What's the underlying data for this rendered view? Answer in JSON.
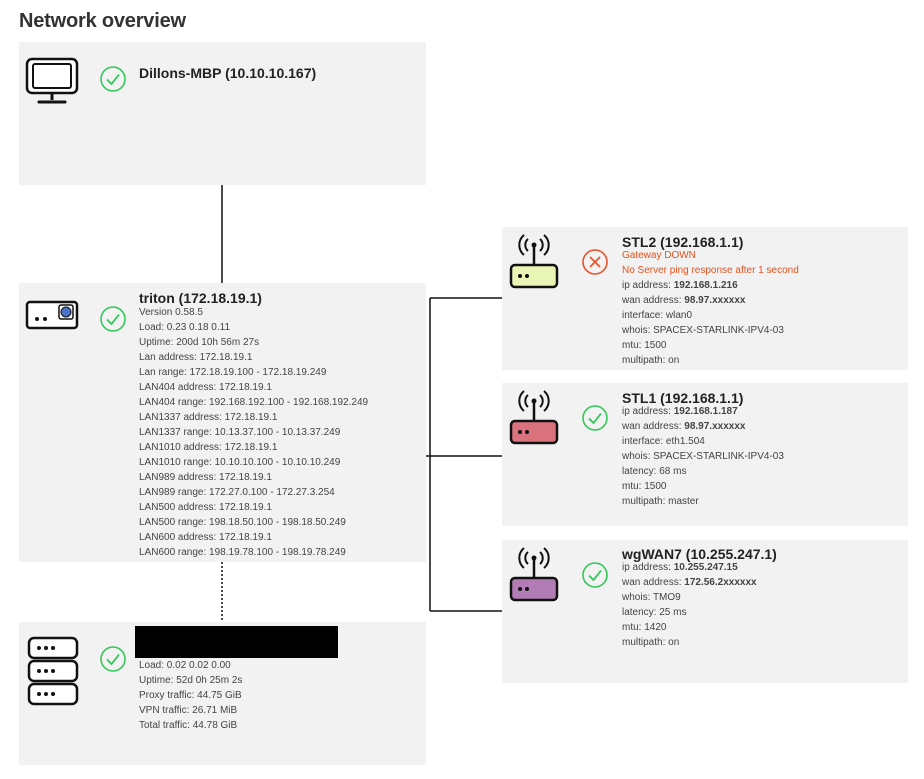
{
  "page": {
    "title": "Network overview"
  },
  "client": {
    "name": "Dillons-MBP (10.10.10.167)",
    "status": "ok"
  },
  "router": {
    "name": "triton (172.18.19.1)",
    "status": "ok",
    "lines": [
      "Version 0.58.5",
      "Load: 0.23 0.18 0.11",
      "Uptime: 200d 10h 56m 27s",
      "Lan address: 172.18.19.1",
      "Lan range: 172.18.19.100 - 172.18.19.249",
      "LAN404 address: 172.18.19.1",
      "LAN404 range: 192.168.192.100 - 192.168.192.249",
      "LAN1337 address: 172.18.19.1",
      "LAN1337 range: 10.13.37.100 - 10.13.37.249",
      "LAN1010 address: 172.18.19.1",
      "LAN1010 range: 10.10.10.100 - 10.10.10.249",
      "LAN989 address: 172.18.19.1",
      "LAN989 range: 172.27.0.100 - 172.27.3.254",
      "LAN500 address: 172.18.19.1",
      "LAN500 range: 198.18.50.100 - 198.18.50.249",
      "LAN600 address: 172.18.19.1",
      "LAN600 range: 198.19.78.100 - 198.19.78.249"
    ]
  },
  "server": {
    "status": "ok",
    "lines": [
      "Load: 0.02 0.02 0.00",
      "Uptime: 52d 0h 25m 2s",
      "Proxy traffic: 44.75 GiB",
      "VPN traffic: 26.71 MiB",
      "Total traffic: 44.78 GiB"
    ]
  },
  "gateways": [
    {
      "name": "STL2 (192.168.1.1)",
      "status": "down",
      "router_color": "#e9f5b5",
      "errors": [
        "Gateway DOWN",
        "No Server ping response after 1 second"
      ],
      "lines": [
        {
          "label": "ip address: ",
          "value": "192.168.1.216"
        },
        {
          "label": "wan address: ",
          "value": "98.97.xxxxxx"
        },
        {
          "label": "interface: wlan0",
          "value": ""
        },
        {
          "label": "whois: SPACEX-STARLINK-IPV4-03",
          "value": ""
        },
        {
          "label": "mtu: 1500",
          "value": ""
        },
        {
          "label": "multipath: on",
          "value": ""
        }
      ]
    },
    {
      "name": "STL1 (192.168.1.1)",
      "status": "ok",
      "router_color": "#d9727c",
      "errors": [],
      "lines": [
        {
          "label": "ip address: ",
          "value": "192.168.1.187"
        },
        {
          "label": "wan address: ",
          "value": "98.97.xxxxxx"
        },
        {
          "label": "interface: eth1.504",
          "value": ""
        },
        {
          "label": "whois: SPACEX-STARLINK-IPV4-03",
          "value": ""
        },
        {
          "label": "latency: 68 ms",
          "value": ""
        },
        {
          "label": "mtu: 1500",
          "value": ""
        },
        {
          "label": "multipath: master",
          "value": ""
        }
      ]
    },
    {
      "name": "wgWAN7 (10.255.247.1)",
      "status": "ok",
      "router_color": "#b27cb5",
      "errors": [],
      "lines": [
        {
          "label": "ip address: ",
          "value": "10.255.247.15"
        },
        {
          "label": "wan address: ",
          "value": "172.56.2xxxxxx"
        },
        {
          "label": "whois: TMO9",
          "value": ""
        },
        {
          "label": "latency: 25 ms",
          "value": ""
        },
        {
          "label": "mtu: 1420",
          "value": ""
        },
        {
          "label": "multipath: on",
          "value": ""
        }
      ]
    }
  ],
  "colors": {
    "ok": "#34c759",
    "down": "#e8532a",
    "card": "#f2f2f2",
    "line": "#111111"
  }
}
